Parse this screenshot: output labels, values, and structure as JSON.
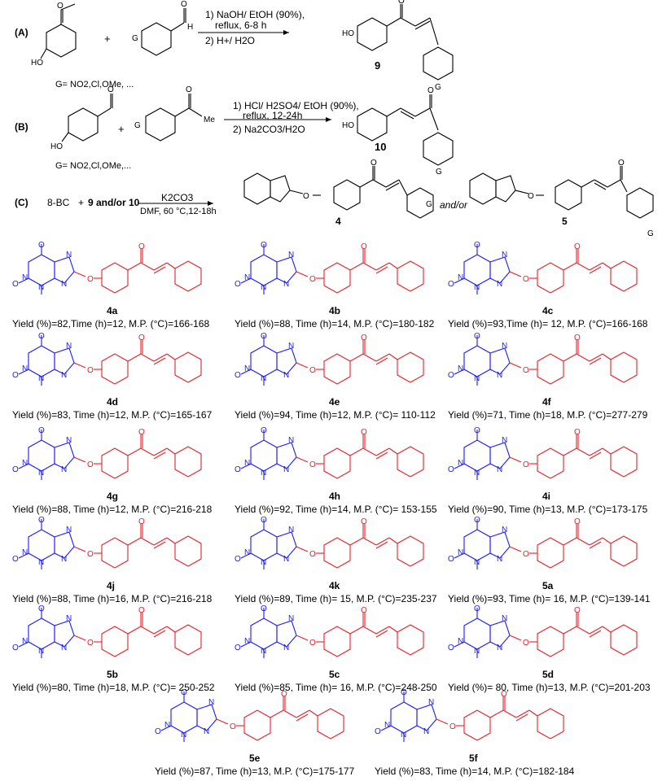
{
  "scheme_A": {
    "label": "(A)",
    "substituent_note": "G= NO2,Cl,OMe, ...",
    "conditions_1": "1) NaOH/ EtOH (90%),",
    "conditions_1b": "reflux, 6-8 h",
    "conditions_2": "2) H+/ H2O",
    "product": "9"
  },
  "scheme_B": {
    "label": "(B)",
    "substituent_note": "G= NO2,Cl,OMe,...",
    "conditions_1": "1) HCl/ H2SO4/ EtOH (90%),",
    "conditions_1b": "reflux, 12-24h",
    "conditions_2": "2) Na2CO3/H2O",
    "product": "10"
  },
  "scheme_C": {
    "label": "(C)",
    "reactant": "8-BC",
    "plus": "+",
    "reagents": "9 and/or 10",
    "conditions_1": "K2CO3",
    "conditions_2": "DMF, 60 °C,12-18h",
    "product_1": "4",
    "and_or": "and/or",
    "product_2": "5"
  },
  "compounds": [
    {
      "id": "4a",
      "caption": "Yield (%)=82,Time (h)=12, M.P. (°C)=166-168"
    },
    {
      "id": "4b",
      "caption": "Yield (%)=88, Time (h)=14, M.P. (°C)=180-182"
    },
    {
      "id": "4c",
      "caption": "Yield (%)=93,Time (h)= 12, M.P. (°C)=166-168"
    },
    {
      "id": "4d",
      "caption": "Yield (%)=83, Time (h)=12, M.P. (°C)=165-167"
    },
    {
      "id": "4e",
      "caption": "Yield (%)=94, Time (h)=12, M.P. (°C)= 110-112"
    },
    {
      "id": "4f",
      "caption": "Yield (%)=71, Time (h)=18, M.P. (°C)=277-279"
    },
    {
      "id": "4g",
      "caption": "Yield (%)=88, Time (h)=12, M.P. (°C)=216-218"
    },
    {
      "id": "4h",
      "caption": "Yield (%)=92, Time (h)=14, M.P. (°C)= 153-155"
    },
    {
      "id": "4i",
      "caption": "Yield (%)=90, Time (h)=13, M.P. (°C)=173-175"
    },
    {
      "id": "4j",
      "caption": "Yield (%)=88, Time (h)=16, M.P. (°C)=216-218"
    },
    {
      "id": "4k",
      "caption": "Yield (%)=89, Time (h)= 15, M.P. (°C)=235-237"
    },
    {
      "id": "5a",
      "caption": "Yield (%)=93, Time (h)= 16, M.P. (°C)=139-141"
    },
    {
      "id": "5b",
      "caption": "Yield (%)=80, Time (h)=18, M.P. (°C)= 250-252"
    },
    {
      "id": "5c",
      "caption": "Yield (%)=85, Time (h)= 16, M.P. (°C)=248-250"
    },
    {
      "id": "5d",
      "caption": "Yield (%)= 80, Time (h)=13, M.P. (°C)=201-203"
    },
    {
      "id": "5e",
      "caption": "Yield (%)=87, Time (h)=13, M.P. (°C)=175-177"
    },
    {
      "id": "5f",
      "caption": "Yield (%)=83, Time (h)=14, M.P. (°C)=182-184"
    }
  ],
  "colors": {
    "caffeine": "#1a1aff",
    "chalcone": "#e8202a",
    "ink": "#000000"
  }
}
